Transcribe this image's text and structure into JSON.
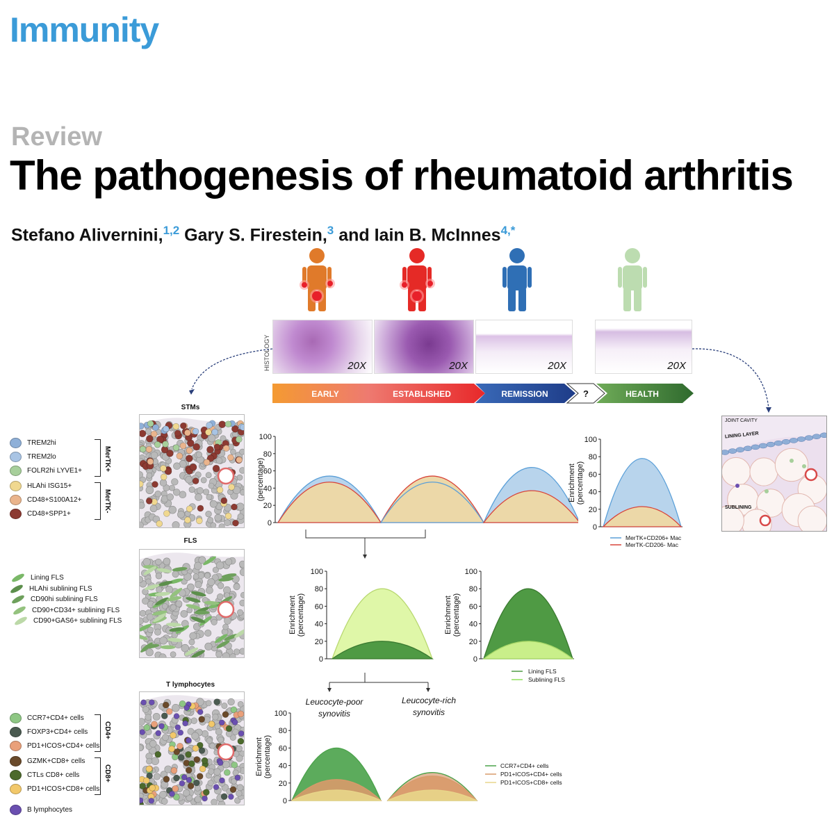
{
  "header": {
    "journal": "Immunity",
    "article_type": "Review",
    "title": "The pathogenesis of rheumatoid arthritis",
    "authors": [
      {
        "name": "Stefano Alivernini,",
        "aff": "1,2"
      },
      {
        "name": " Gary S. Firestein,",
        "aff": "3"
      },
      {
        "name": " and Iain B. McInnes",
        "aff": "4,*"
      }
    ]
  },
  "figure": {
    "people_colors": [
      "#e07a2a",
      "#e52a26",
      "#2f6fb5",
      "#bcdcb0"
    ],
    "histology_label": "HISTOLOGY",
    "magnifications": [
      "20X",
      "20X",
      "20X",
      "20X"
    ],
    "stages": [
      {
        "label": "EARLY",
        "color": "#f08a3a"
      },
      {
        "label": "ESTABLISHED",
        "color": "#e8383a"
      },
      {
        "label": "REMISSION",
        "color": "#2c5aa8"
      },
      {
        "label": "?",
        "color": "#ffffff"
      },
      {
        "label": "HEALTH",
        "color": "#4e8a3c"
      }
    ],
    "panels": {
      "stms": {
        "title": "STMs",
        "groups": [
          {
            "label": "MerTK+",
            "items": [
              {
                "label": "TREM2hi",
                "color": "#8fb0d8"
              },
              {
                "label": "TREM2lo",
                "color": "#a8c4e4"
              },
              {
                "label": "FOLR2hi LYVE1+",
                "color": "#a7cf9b"
              }
            ]
          },
          {
            "label": "MerTK-",
            "items": [
              {
                "label": "HLAhi ISG15+",
                "color": "#f0d890"
              },
              {
                "label": "CD48+S100A12+",
                "color": "#eab48c"
              },
              {
                "label": "CD48+SPP1+",
                "color": "#8c3a32"
              }
            ]
          }
        ]
      },
      "fls": {
        "title": "FLS",
        "items": [
          {
            "label": "Lining FLS",
            "color": "#7ab868"
          },
          {
            "label": "HLAhi sublining FLS",
            "color": "#5c8f4c"
          },
          {
            "label": "CD90hi sublining FLS",
            "color": "#6ea05c"
          },
          {
            "label": "CD90+CD34+ sublining FLS",
            "color": "#94c27e"
          },
          {
            "label": "CD90+GAS6+ sublining FLS",
            "color": "#bcd9a8"
          }
        ]
      },
      "tcells": {
        "title": "T lymphocytes",
        "groups": [
          {
            "label": "CD4+",
            "items": [
              {
                "label": "CCR7+CD4+ cells",
                "color": "#8ec784"
              },
              {
                "label": "FOXP3+CD4+ cells",
                "color": "#4a5a50"
              },
              {
                "label": "PD1+ICOS+CD4+ cells",
                "color": "#e9a07a"
              }
            ]
          },
          {
            "label": "CD8+",
            "items": [
              {
                "label": "GZMK+CD8+ cells",
                "color": "#6a4a2a"
              },
              {
                "label": "CTLs CD8+ cells",
                "color": "#4c6a2c"
              },
              {
                "label": "PD1+ICOS+CD8+ cells",
                "color": "#f2c86a"
              }
            ]
          }
        ],
        "extra": {
          "label": "B lymphocytes",
          "color": "#6a4fb0"
        }
      },
      "joint": {
        "title": "JOINT CAVITY",
        "lining": "LINING LAYER",
        "sublining": "SUBLINING"
      }
    },
    "chart_subtitles": {
      "poor": [
        "Leucocyte-poor",
        "synovitis"
      ],
      "rich": [
        "Leucocyte-rich",
        "synovitis"
      ]
    }
  },
  "chart_data": [
    {
      "id": "macrophage-stages",
      "type": "area",
      "ylabel": "(percentage)",
      "ylim": [
        0,
        100
      ],
      "yticks": [
        0,
        20,
        40,
        60,
        80,
        100
      ],
      "humps": [
        {
          "stage": "EARLY",
          "values": {
            "MerTK+CD206+ Mac": 54,
            "MerTK-CD206- Mac": 47
          }
        },
        {
          "stage": "ESTABLISHED",
          "values": {
            "MerTK+CD206+ Mac": 47,
            "MerTK-CD206- Mac": 54
          }
        },
        {
          "stage": "REMISSION",
          "values": {
            "MerTK+CD206+ Mac": 64,
            "MerTK-CD206- Mac": 37
          }
        }
      ],
      "colors": {
        "MerTK+CD206+ Mac": "#5a9fd8",
        "MerTK-CD206- Mac": "#d8443a"
      },
      "fill": "#ecd8a8"
    },
    {
      "id": "macrophage-health",
      "type": "area",
      "ylabel": "Enrichment (percentage)",
      "ylim": [
        0,
        100
      ],
      "yticks": [
        0,
        20,
        40,
        60,
        80,
        100
      ],
      "series": [
        {
          "name": "MerTK+CD206+ Mac",
          "peak": 78,
          "color": "#5a9fd8"
        },
        {
          "name": "MerTK-CD206- Mac",
          "peak": 23,
          "color": "#d8443a"
        }
      ]
    },
    {
      "id": "fls-poor",
      "type": "area",
      "ylabel": "Enrichment (percentage)",
      "ylim": [
        0,
        100
      ],
      "yticks": [
        0,
        20,
        40,
        60,
        80,
        100
      ],
      "series": [
        {
          "name": "Sublining FLS",
          "peak": 80,
          "color": "#dff7a8"
        },
        {
          "name": "Lining FLS",
          "peak": 20,
          "color": "#4f9a44"
        }
      ]
    },
    {
      "id": "fls-rich",
      "type": "area",
      "ylabel": "Enrichment (percentage)",
      "ylim": [
        0,
        100
      ],
      "yticks": [
        0,
        20,
        40,
        60,
        80,
        100
      ],
      "series": [
        {
          "name": "Lining FLS",
          "peak": 80,
          "color": "#4f9a44"
        },
        {
          "name": "Sublining FLS",
          "peak": 20,
          "color": "#c9ef8a"
        }
      ],
      "legend": [
        "Lining FLS",
        "Sublining FLS"
      ]
    },
    {
      "id": "tcell-subsets",
      "type": "area",
      "ylabel": "Enrichment (percentage)",
      "ylim": [
        0,
        100
      ],
      "yticks": [
        0,
        20,
        40,
        60,
        80,
        100
      ],
      "humps": [
        {
          "stage": "Leucocyte-poor synovitis",
          "values": {
            "CCR7+CD4+ cells": 60,
            "PD1+ICOS+CD4+ cells": 24,
            "PD1+ICOS+CD8+ cells": 12
          }
        },
        {
          "stage": "Leucocyte-rich synovitis",
          "values": {
            "CCR7+CD4+ cells": 32,
            "PD1+ICOS+CD4+ cells": 28,
            "PD1+ICOS+CD8+ cells": 12
          }
        }
      ],
      "colors": {
        "CCR7+CD4+ cells": "#4aa24a",
        "PD1+ICOS+CD4+ cells": "#d89a6a",
        "PD1+ICOS+CD8+ cells": "#e8d68a"
      }
    }
  ]
}
